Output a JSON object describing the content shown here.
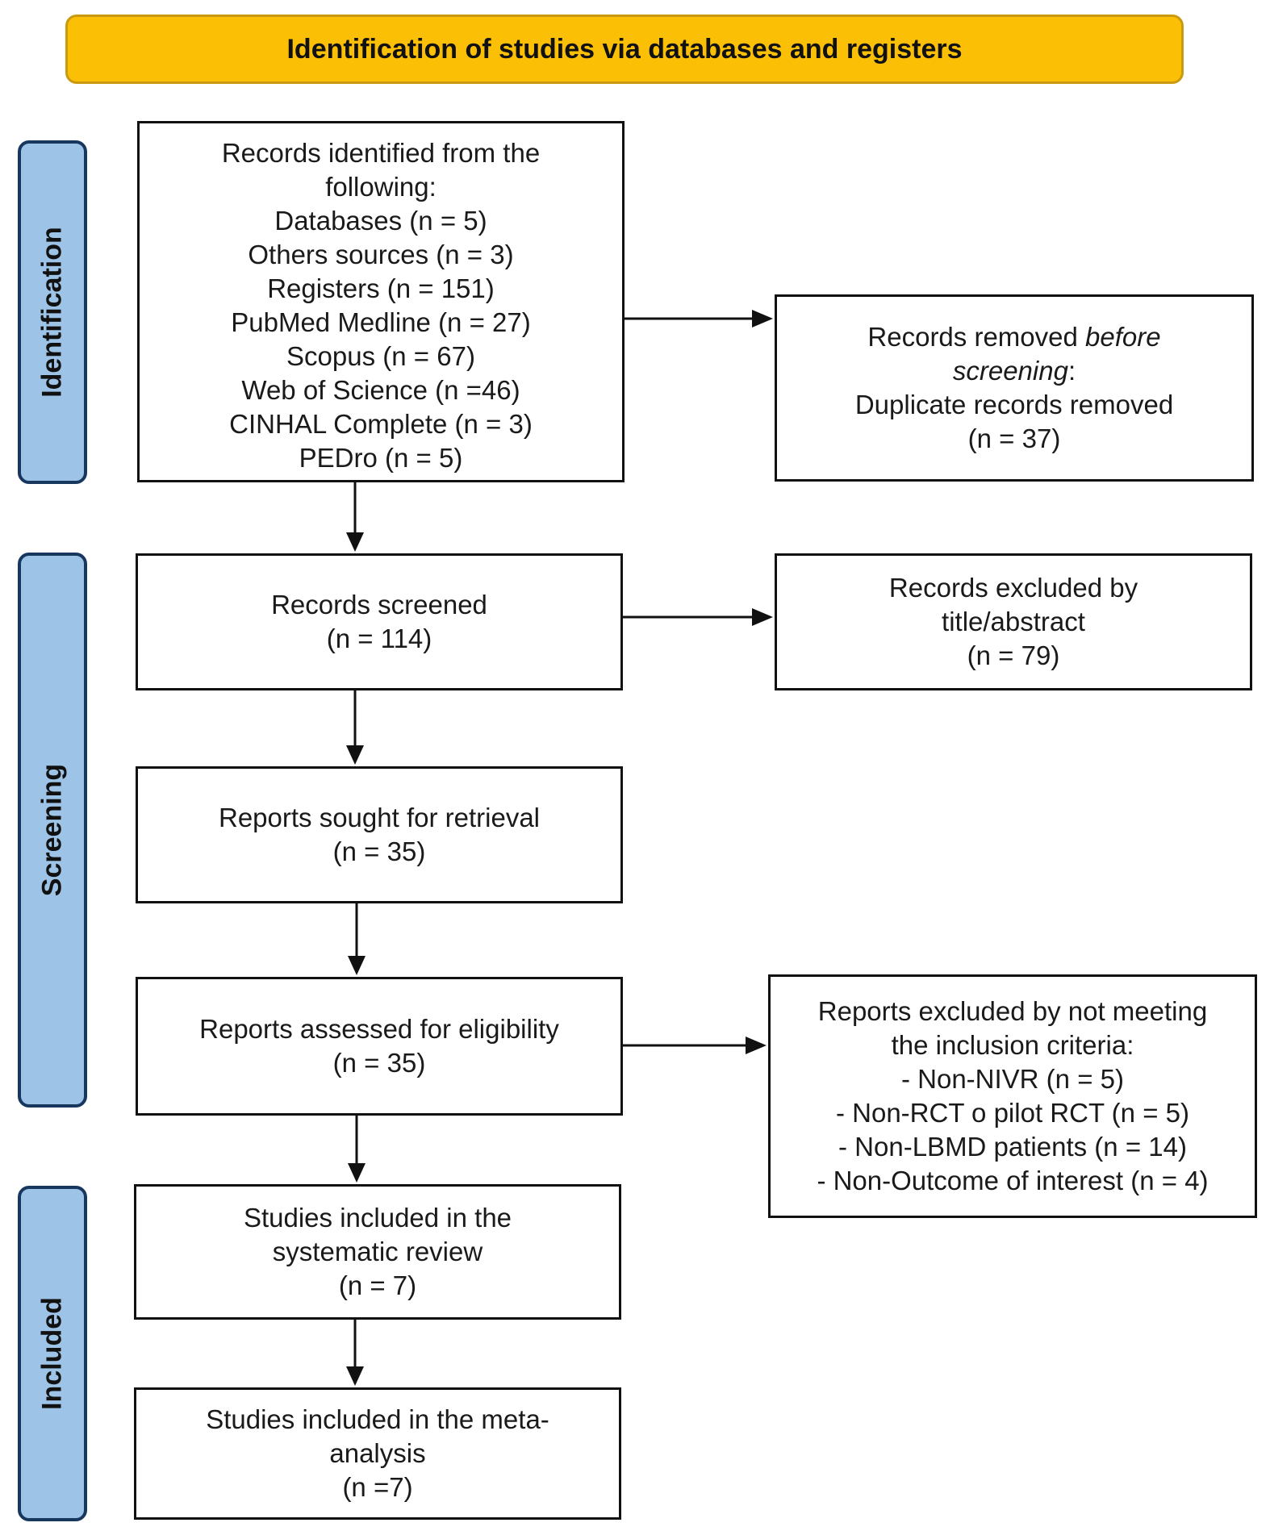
{
  "banner": {
    "title": "Identification of studies via databases and registers"
  },
  "phases": {
    "identification": "Identification",
    "screening": "Screening",
    "included": "Included"
  },
  "boxes": {
    "records_identified": [
      "Records identified from the",
      "following:",
      "Databases (n = 5)",
      "Others sources (n = 3)",
      "Registers (n = 151)",
      "PubMed Medline (n = 27)",
      "Scopus (n = 67)",
      "Web of Science (n =46)",
      "CINHAL Complete (n = 3)",
      "PEDro (n = 5)"
    ],
    "records_removed": {
      "line1_pre": "Records removed ",
      "line1_em": "before",
      "line2_em": "screening",
      "line2_post": ":",
      "line3": "Duplicate records removed",
      "line4": "(n = 37)"
    },
    "records_screened": [
      "Records screened",
      "(n = 114)"
    ],
    "records_excluded": [
      "Records excluded by",
      "title/abstract",
      "(n = 79)"
    ],
    "reports_sought": [
      "Reports sought for retrieval",
      "(n = 35)"
    ],
    "reports_assessed": [
      "Reports assessed for eligibility",
      "(n = 35)"
    ],
    "reports_excluded": [
      "Reports excluded by not meeting",
      "the inclusion criteria:",
      "- Non-NIVR (n = 5)",
      "- Non-RCT o pilot RCT (n = 5)",
      "- Non-LBMD patients (n = 14)",
      "- Non-Outcome of interest (n = 4)"
    ],
    "studies_review": [
      "Studies included in the",
      "systematic review",
      "(n = 7)"
    ],
    "studies_meta": [
      "Studies included in the meta-",
      "analysis",
      "(n =7)"
    ]
  }
}
